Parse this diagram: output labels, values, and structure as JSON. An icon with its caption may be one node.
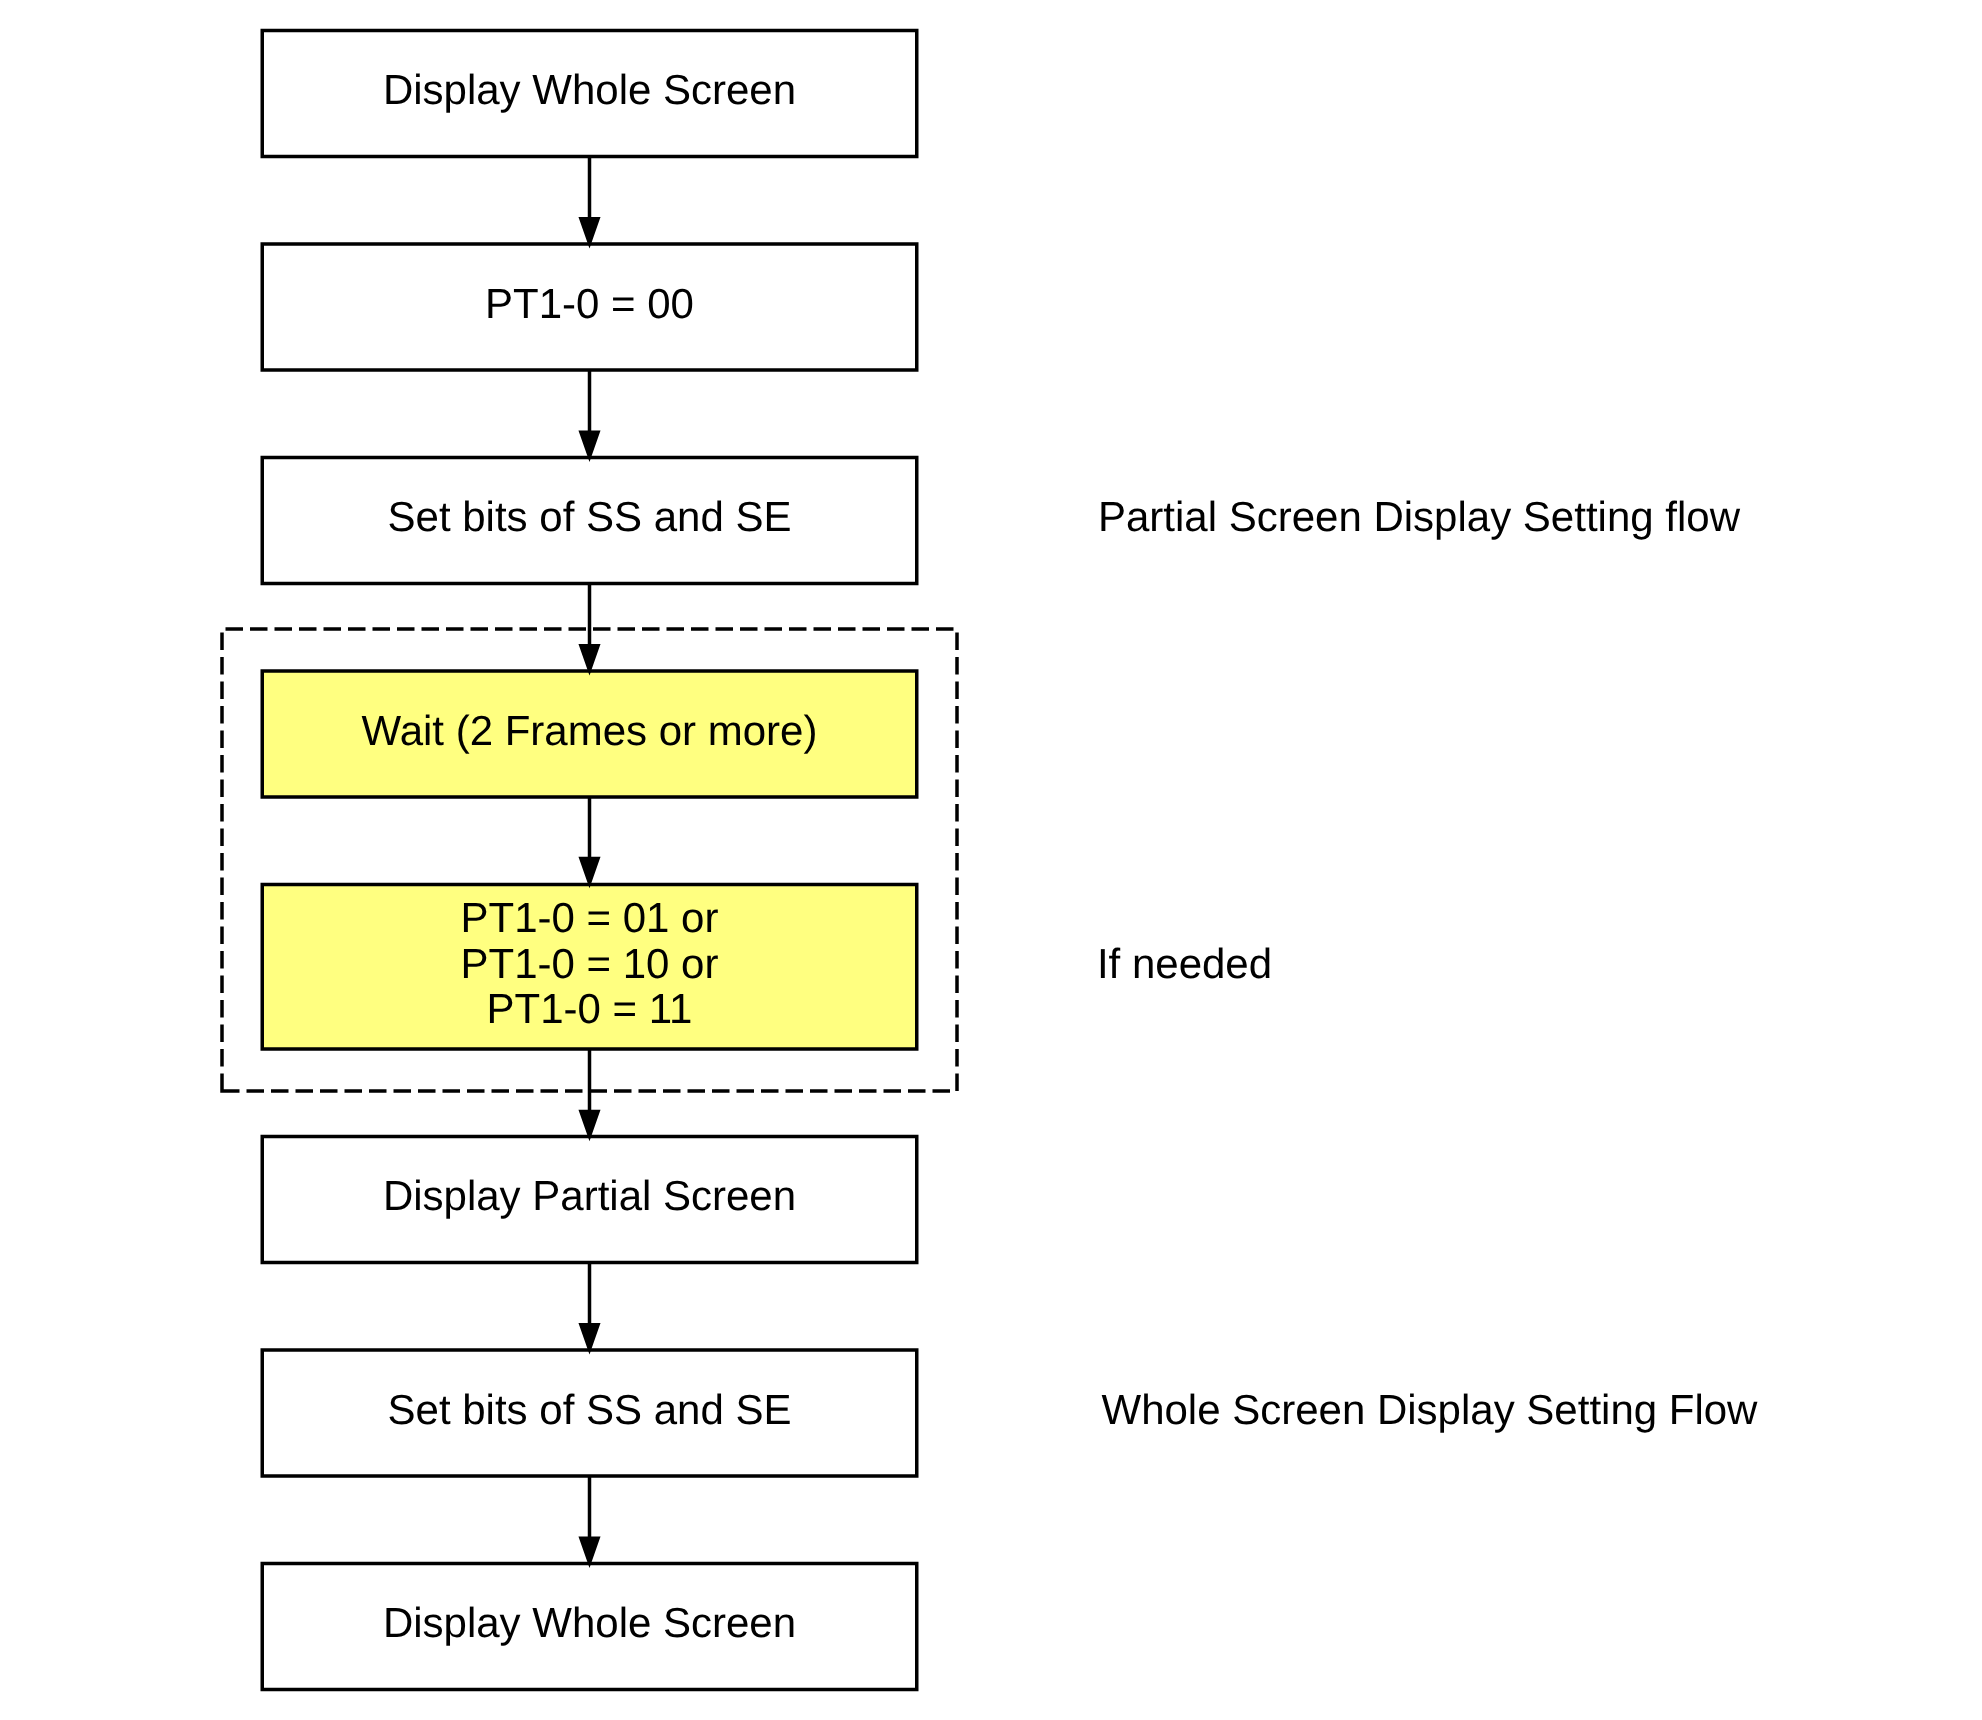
{
  "diagram": {
    "nodes": [
      {
        "text": [
          "Display Whole Screen"
        ]
      },
      {
        "text": [
          "PT1-0 = 00"
        ]
      },
      {
        "text": [
          "Set bits of SS and SE"
        ]
      },
      {
        "text": [],
        "shape": "box"
      },
      {
        "text": [
          "Wait (2 Frames or more)"
        ],
        "in": 3
      },
      {
        "text": [
          "PT1-0 = 01 or PT1-0 = 10 or PT1-0 = 11"
        ],
        "in": 3
      },
      {
        "text": [
          "Display Partial Screen"
        ]
      },
      {
        "text": [
          "Set bits of SS and SE"
        ]
      },
      {
        "text": [
          "Display Whole Screen"
        ]
      }
    ],
    "edges": [
      {
        "from": 0,
        "to": 1,
        "arrow": "to"
      },
      {
        "from": 1,
        "to": 2,
        "arrow": "to"
      },
      {
        "from": 2,
        "to": 4,
        "arrow": "to"
      },
      {
        "from": 4,
        "to": 5,
        "arrow": "to"
      },
      {
        "from": 5,
        "to": 6,
        "arrow": "to"
      },
      {
        "from": 6,
        "to": 7,
        "arrow": "to"
      },
      {
        "from": 7,
        "to": 8,
        "arrow": "to"
      }
    ],
    "labels": [
      "If needed",
      "Partial Screen Display Setting flow",
      "Whole Screen Display Setting Flow"
    ]
  }
}
